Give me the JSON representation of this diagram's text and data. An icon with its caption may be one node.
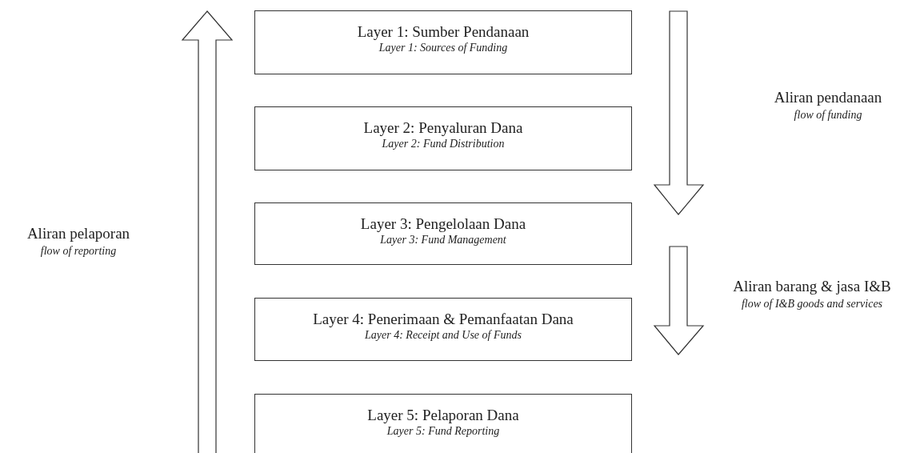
{
  "diagram": {
    "nodes": [
      {
        "text": [
          "Layer 1: Sumber Pendanaan",
          "Layer 1: Sources of Funding"
        ]
      },
      {
        "text": [
          "Layer 2: Penyaluran Dana",
          "Layer 2: Fund Distribution"
        ]
      },
      {
        "text": [
          "Layer 3: Pengelolaan Dana",
          "Layer 3: Fund Management"
        ]
      },
      {
        "text": [
          "Layer 4: Penerimaan & Pemanfaatan Dana",
          "Layer 4: Receipt and Use of Funds"
        ]
      },
      {
        "text": [
          "Layer 5: Pelaporan Dana",
          "Layer 5: Fund Reporting"
        ]
      }
    ],
    "edges": [],
    "labels": [
      "Aliran pendanaan",
      "flow of funding",
      "Aliran pelaporan",
      "flow of reporting",
      "Aliran barang & jasa I&B",
      "flow of I&B goods and services"
    ]
  }
}
